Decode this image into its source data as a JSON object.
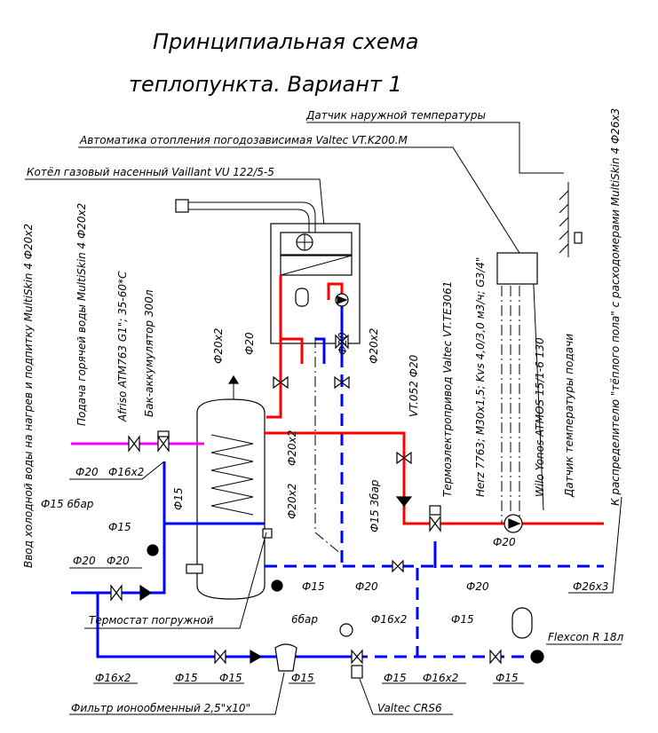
{
  "title": {
    "line1": "Принципиальная схема",
    "line2": "теплопункта. Вариант 1"
  },
  "labels": {
    "outdoor_sensor": "Датчик наружной температуры",
    "automation": "Автоматика отопления погодозависимая Valtec VT.K200.M",
    "boiler": "Котёл газовый насенный Vaillant VU 122/5-5",
    "cold_inlet": "Ввод холодной воды на нагрев и подпитку MultiSkin 4 Ф20х2",
    "hot_supply": "Подача горячей воды MultiSkin 4 Ф20х2",
    "afriso": "Afriso ATM763 G1\"; 35-60*С",
    "tank": "Бак-аккумулятор 300л",
    "f20x2_a": "Ф20х2",
    "f20_a": "Ф20",
    "f20_b": "Ф20",
    "f20x2_b": "Ф20х2",
    "vt052": "VT.052 Ф20",
    "thermo_drive": "Термоэлектропривод Valtec VT.TE3061",
    "herz": "Herz 7763; M30x1,5; Kvs 4,0/3,0 м3/ч; G3/4\"",
    "wilo": "Wilo Yonos ATMOS 15/1-6 130",
    "supply_sensor": "Датчик температуры подачи",
    "distributor": "К распределителю \"тёплого пола\" с расходомерами MultiSkin 4 Ф26х3",
    "f20_c": "Ф20",
    "f16x2_a": "Ф16х2",
    "f15_a": "Ф15",
    "f15_6bar": "Ф15 6бар",
    "f15_b": "Ф15",
    "f20x2_c": "Ф20х2",
    "f20x2_d": "Ф20х2",
    "f15_3bar": "Ф15 3бар",
    "f20_d": "Ф20",
    "f20_e": "Ф20",
    "f20_f": "Ф20",
    "f15_c": "Ф15",
    "f20_g": "Ф20",
    "f20_h": "Ф20",
    "f26x3": "Ф26х3",
    "thermostat": "Термостат погружной",
    "bar6": "6бар",
    "f16x2_b": "Ф16х2",
    "f15_d": "Ф15",
    "flexcon": "Flexcon R 18л",
    "f16x2_c": "Ф16х2",
    "f15_e": "Ф15",
    "f15_f": "Ф15",
    "f15_g": "Ф15",
    "f15_h": "Ф15",
    "f16x2_d": "Ф16х2",
    "f15_i": "Ф15",
    "filter": "Фильтр ионообменный 2,5\"х10\"",
    "crs6": "Valtec CRS6"
  },
  "colors": {
    "hot": "#ff0000",
    "cold": "#0000ff",
    "hot_water": "#ff00ff",
    "line": "#000000"
  }
}
